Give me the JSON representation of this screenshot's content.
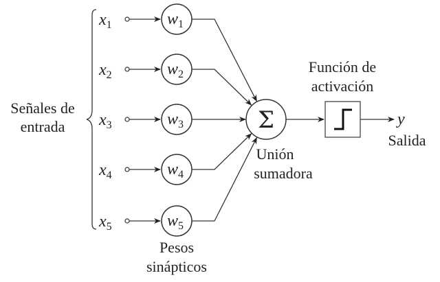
{
  "inputs_label": [
    "Señales de",
    "entrada"
  ],
  "inputs": [
    {
      "var": "x",
      "sub": "1",
      "weight": "w",
      "wsub": "1"
    },
    {
      "var": "x",
      "sub": "2",
      "weight": "w",
      "wsub": "2"
    },
    {
      "var": "x",
      "sub": "3",
      "weight": "w",
      "wsub": "3"
    },
    {
      "var": "x",
      "sub": "4",
      "weight": "w",
      "wsub": "4"
    },
    {
      "var": "x",
      "sub": "5",
      "weight": "w",
      "wsub": "5"
    }
  ],
  "weights_label": [
    "Pesos",
    "sinápticos"
  ],
  "sum_symbol": "Σ",
  "sum_label": [
    "Unión",
    "sumadora"
  ],
  "activation_label": [
    "Función de",
    "activación"
  ],
  "activation_icon": "step-function-icon",
  "output_var": "y",
  "output_label": "Salida"
}
